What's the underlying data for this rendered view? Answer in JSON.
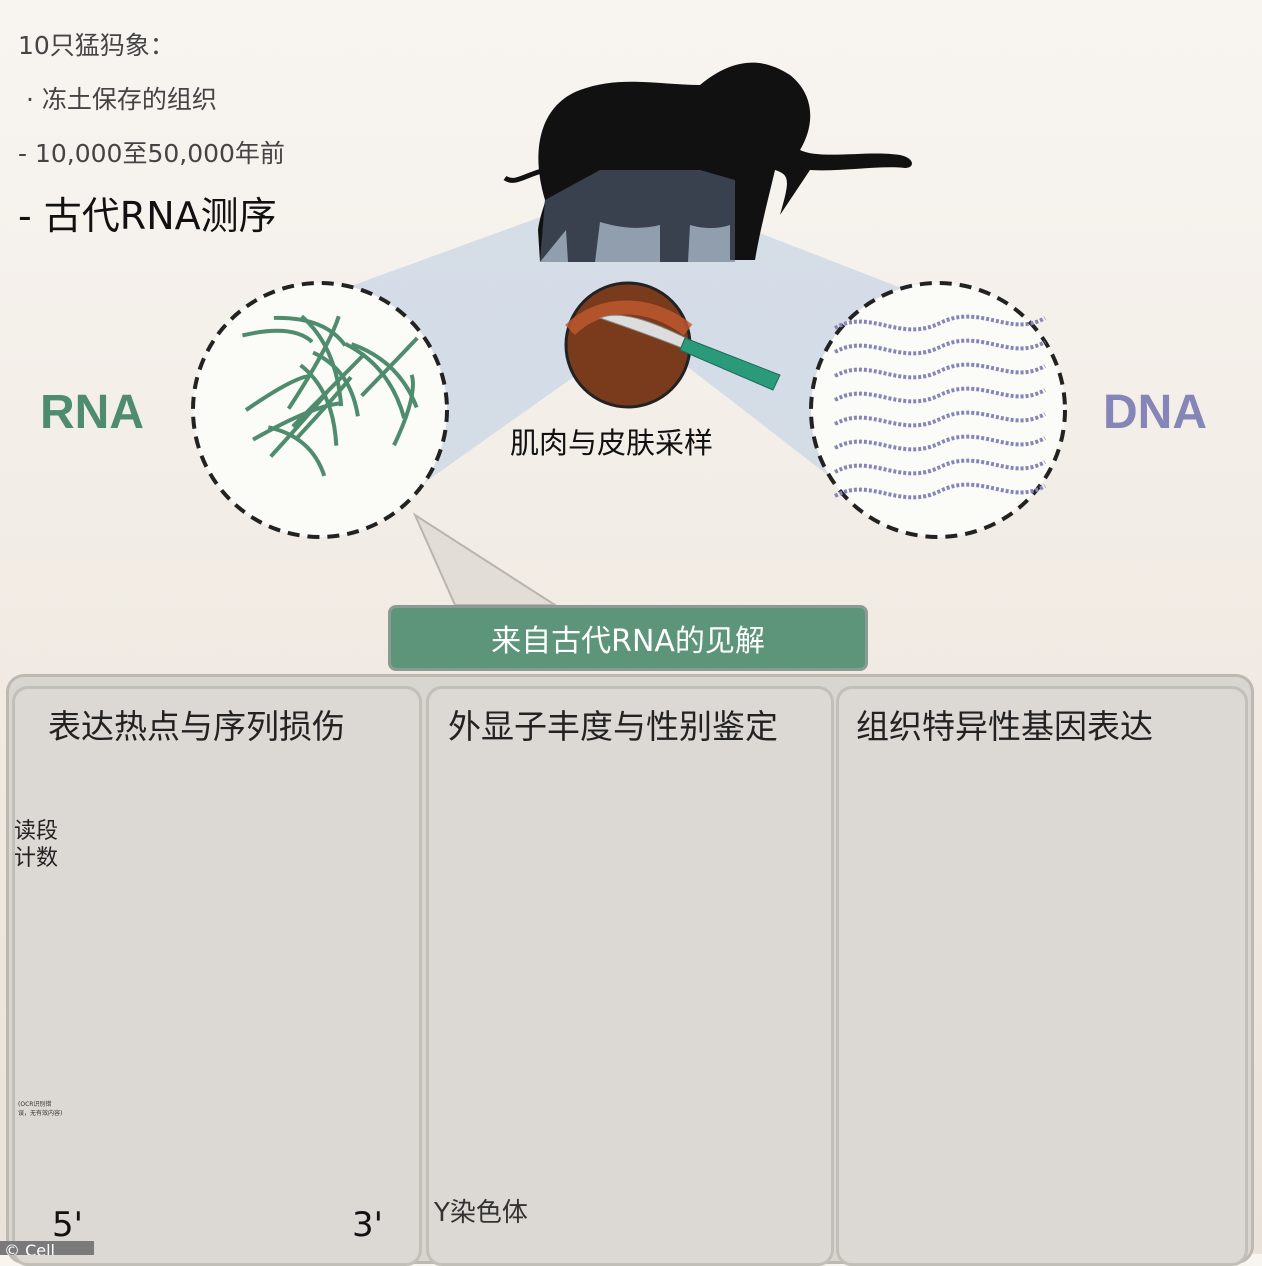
{
  "intro": {
    "line1": "10只猛犸象：",
    "line2": "·  冻土保存的组织",
    "line3": "- 10,000至50,000年前",
    "line4": "- 古代RNA测序"
  },
  "labels": {
    "rna": "RNA",
    "dna": "DNA",
    "sampling": "肌肉与皮肤采样"
  },
  "banner": "来自古代RNA的见解",
  "panels": [
    {
      "title": "表达热点与序列损伤",
      "ylabel": "读段计数",
      "note": "(OCR识别错误，无有效内容)",
      "x_start": "5'",
      "x_end": "3'"
    },
    {
      "title": "外显子丰度与性别鉴定",
      "chromosome_label": "Y染色体"
    },
    {
      "title": "组织特异性基因表达"
    }
  ],
  "credit": "© Cell",
  "colors": {
    "rna": "#4f8c6e",
    "dna": "#8585b8",
    "banner": "#5d957a",
    "line": "#c4502a",
    "clusters": [
      "#9c9c6a",
      "#e69a3a",
      "#6a9cc8",
      "#d9646a",
      "#9a72b4",
      "#6aa36a"
    ]
  }
}
